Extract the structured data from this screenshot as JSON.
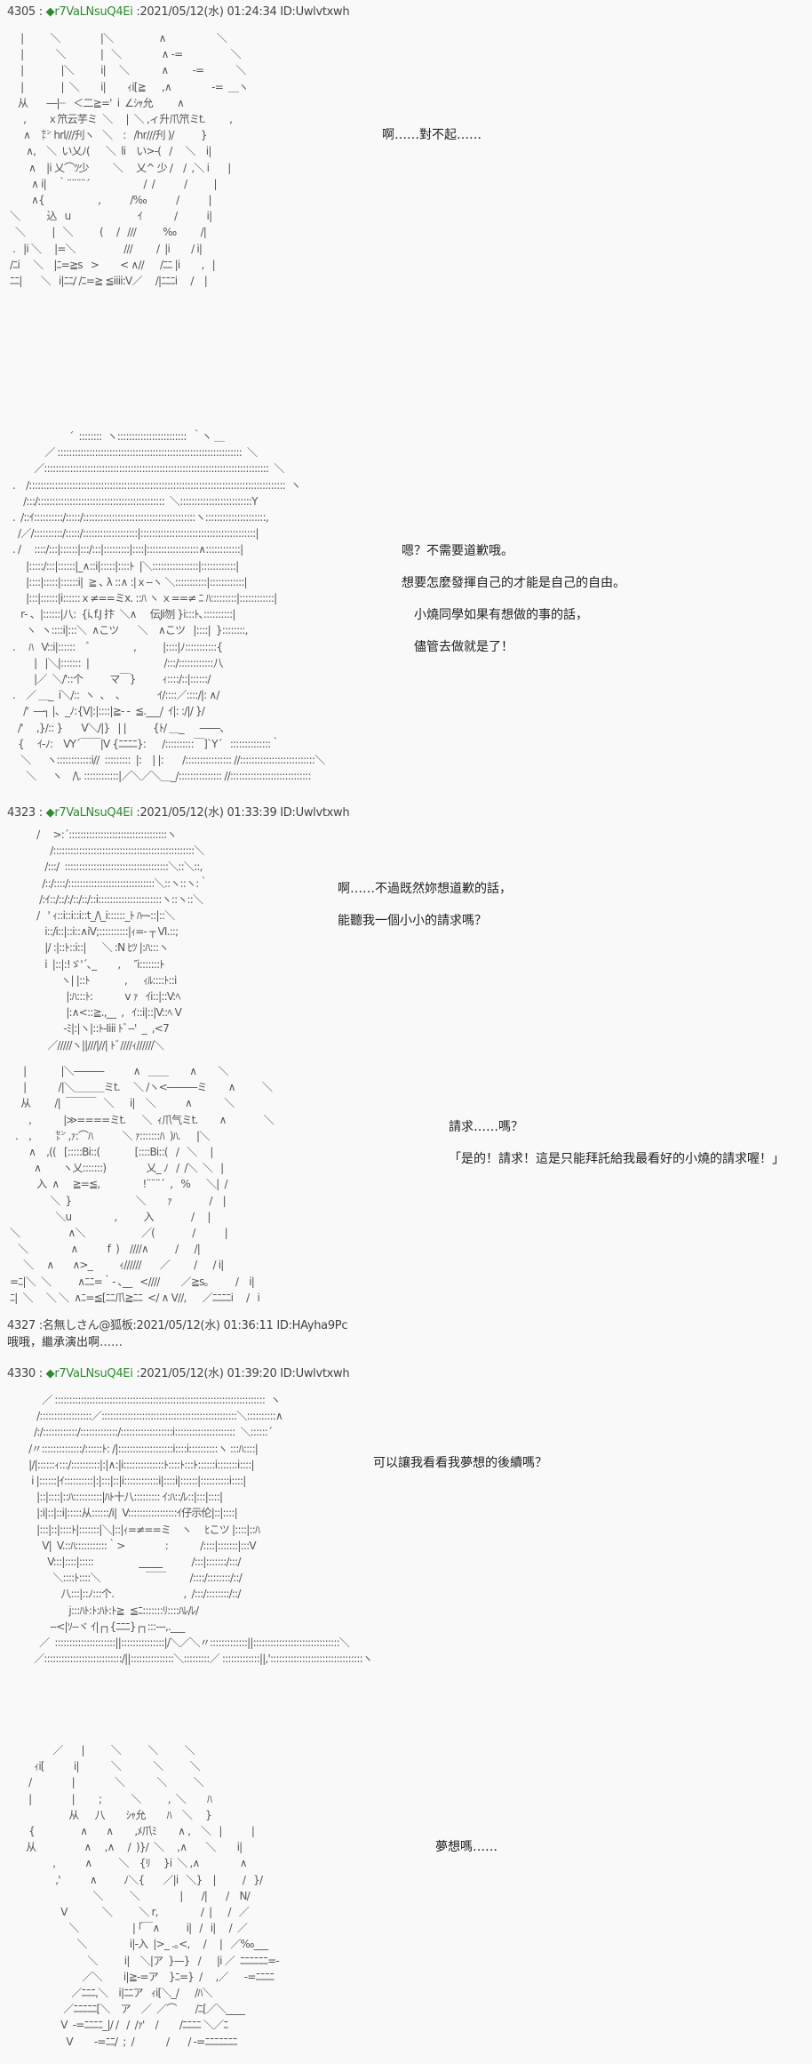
{
  "colors": {
    "background": "#f9f9f9",
    "tripcode": "#2e8b2e",
    "text": "#333333"
  },
  "posts": [
    {
      "number": "4305",
      "name_icon": "◆",
      "trip": "r7VaLNsuQ4Ei",
      "date": ":2021/05/12(水) 01:24:34 ID:Uwlvtxwh",
      "aa": [
        "     |          ＼               |＼                 ∧                   ＼",
        "     |            ＼             |   ＼               ∧ -=                  ＼",
        "     |              |＼          i|     ＼            ∧         -=            ＼",
        "     |              |  ＼        i|        ｨi[≧      ,∧               -=  ＿ヽ",
        "    从       ―|┈   ＜二≧='  i  ∠ｼｬ允         ∧",
        "      ,        ｘ笊云芋ミ  ＼     |  ＼ ,ィ升爪笊ミt.         ,",
        "      ∧    ㌣ hrl///刋ヽ   ＼    :   /hr///刋 )/          }",
        "       ∧,    ＼  い乂ﾉ(      ＼  li    い>-(   /     ＼    i|",
        "        ∧    |i 乂⌒ﾂ少         ＼     乂^ 少 /    /  ,＼ i       |",
        "         ∧ i|    ｀¨¨¨¨´                    /  /           /          |",
        "         ∧{                    ,           /‰           /           |",
        " ＼          込   u                         ｲ            /           i|",
        "   ＼          |   ＼          (     /   ///          ‰         /|",
        "  .   |i ＼     |=＼                  ///         /  |i        / i|",
        " /ﾆi     ＼    |ﾆ=≧s   >        < ∧//      /ﾆﾆ |i        ,   |",
        " ﾆﾆ|       ＼   i|ﾆﾆ/ /ﾆ=≧ ≦iiii:V／     /|ﾆﾆﾆi     /    |"
      ],
      "dialogue": [
        "啊……對不起……"
      ]
    },
    {
      "number": "",
      "aa_only": true,
      "aa": [
        "                       ´  ::::::::  ヽ::::::::::::::::::::::::  ｀ヽ ＿",
        "              ／ ::::::::::::::::::::::::::::::::::::::::::::::::::::::::::::::::  ＼",
        "          ／::::::::::::::::::::::::::::::::::::::::::::::::::::::::::::::::::::::::::::::  ＼",
        "  .    /:::::::::::::::::::::::::::::::::::::::::::::::::::::::::::::::::::::::::::::::::::::::::  ヽ",
        "      /:::/::::::::::::::::::::::::::::::::::::::::::::  ＼:::::::::::::::::::::::::Y",
        "  .  /::ｲ::::::::::/:::::/:::::::::::::::::::::::::::::::::::::::ヽ:::::::::::::::::::::,",
        "    /／/::::::::::/:::::/:::::::::::::::::::|::::::::::::::::::::::::::::::::::::::::|",
        "  . /     ::::/:::|::::::|:::/:::|:::::::::|::::|::::::::::::::::::∧::::::::::::|",
        "       |:::::/:::|::::::|_∧::i|:::::|::::ﾄ  |＼::::::::::::::::|::::::::::::|",
        "       |::::|:::::|::::::i|  ≧ ､ λ ::∧ :|ｘ-‐ヽ ＼:::::::::::|::::::::::::|",
        "       |:::|::::::|i::::::ｘ≠==ミx. ::ﾊ ヽ ｘ==≠ ﾆ ﾊ:::::::::|::::::::::::|",
        "     r‐ 、|::::::|八:  {i､f.J 抃  ＼∧     伝Ji刎 }i:::ﾄ､::::::::::|",
        "       ヽ  ヽ::::i|:::＼  ∧こツ       ＼    ∧こツ   |::::|  }::::::::,",
        "  .     ﾊ   V::i|::::::    ﾞ                ,          |::::|ﾉ:::::::::::{",
        "          |   |＼|:::::::  |                            /:::/::::::::::::八",
        "          |／  ＼/'::个          マ￣}          ｨ::::/::|::::::/",
        "  .    ／ ＿_  i＼/::  ヽ  、  、            ｲ/::::／::::/|: ∧/",
        "      /'  ―┐ |、_ﾉ:{V|:|::::|≧‐ ‐  ≦.___/  ｲ|: :/|/ }/",
        "    /'     ,}/:: }       V＼/|}   | |          {ﾄ/ ＿_      ――、",
        "    {     ｲ‐ﾉ:    VY´￣￣|V {ﾆﾆﾆﾆ}:      /::::::::::￣]`Y´   ::::::::::::::｀",
        "     ＼      ヽ::::::::::::i//  :::::::::  |:    | |:       /:::::::::::::::: //::::::::::::::::::::::::::＼",
        "       ＼      ヽ    /\\. ::::::::::::|／＼／＼＿_/::::::::::::::: //::::::::::::::::::::::::::::"
      ],
      "dialogue": [
        "嗯？不需要道歉哦。",
        "想要怎麼發揮自己的才能是自己的自由。",
        "　小燒同學如果有想做的事的話，",
        "　儘管去做就是了！"
      ]
    },
    {
      "number": "4323",
      "name_icon": "◆",
      "trip": "r7VaLNsuQ4Ei",
      "date": ":2021/05/12(水) 01:33:39 ID:Uwlvtxwh",
      "aa": [
        "           /     >:´::::::::::::::::::::::::::::::::::ヽ",
        "                /:::::::::::::::::::::::::::::::::::::::::::::::::＼",
        "              /:::/  ::::::::::::::::::::::::::::::::::::＼::＼::,",
        "             /::/::::/::::::::::::::::::::::::::::::＼::ヽ::ヽ:｀",
        "            /:ｲ::/::/:/::/::/::i::::::::::::::::::::::ヽ::ヽ::＼",
        "           /   ' ｨ::i::i::i::t_/\\_i::::::_ﾄ ﾊ─-::|::＼",
        "              i::/i::|::i::∧iV;::::::::::|ｨ=‐ ┬ VI.::;",
        "              |/ :|::ﾄ::i::|      ＼ :N ﾋﾂ |:ﾊ:::ヽ",
        "              i  |::|:!ゞ'´､_        ,     ″i:::::::ﾄ",
        "                    ヽ| |::ﾄ             ,      ｨﾙ::::ﾄ::i",
        "                      |:ﾊ:::ﾄ:            v ｧ   ｲi::|::V:ﾍ",
        "                      |:∧<::≧.,__  ,   ｲ::i|::|V::ﾍ V",
        "                     -ﾐ|:|ヽ|::ﾄ-Iiii ﾄﾞ‐‐'  _  ,<7",
        "               ／/////ヽ||///|//| ﾄﾞ////ｨ//////＼"
      ],
      "dialogue": [
        "啊……不過既然妳想道歉的話，",
        "能聽我一個小小的請求嗎？"
      ]
    },
    {
      "number": "",
      "aa_only": true,
      "aa": [
        "      |             |＼―――           ∧   ＿＿        ∧        ＼",
        "      |            /|＼＿＿＿ミt.     ＼ /ヽ<―――ミ        ∧          ＼",
        "     从         /|  ￣￣￣   ＼      i|    ＼           ∧            ＼",
        "        ,            |≫====ミt.      ＼  ｨ爪气ミt.        ∧              ＼",
        "   .    ,         ㌣ ,ｧ:⌒ﾊ           ＼ ｧ:::::::ﾊ  )ﾊ.      |＼",
        "        ∧    ,((   [:::::Bi::(             [::::Bi::(   /   ＼     |",
        "          ∧        ヽ乂:::::::)               乂_ ﾉ   /  /＼  ＼   |",
        "           入  ∧     ≧=≦,                !¨¨¨´  ,   %      ＼|  /",
        "                ＼  }                        ＼        ｧ              /    |",
        "                  ＼u                ,          入              /     |",
        " ＼                  ∧＼                     ／(              /           |",
        "    ＼                ∧           f  )    ////∧          /      /|",
        "      ＼     ∧       ∧>_          ｨ//////       ／         /      / i|",
        " =ﾆ|＼  ＼          ∧ﾆﾆ=｀‐ ､__   <////        ／≧s｡          /    i|",
        " ﾆ|  ＼     ＼ ＼  ∧ﾆ=≦[ﾆﾆ爪≧ﾆﾆ  </ ∧ V//,      ／ﾆﾆﾆﾆi     /   i"
      ],
      "dialogue": [
        "請求……嗎？",
        "「是的！請求！這是只能拜託給我最看好的小燒的請求喔！」"
      ]
    },
    {
      "number": "4327",
      "name": "名無しさん@狐板",
      "date": ":2021/05/12(水) 01:36:11 ID:HAyha9Pc",
      "reply": "哦哦，繼承演出啊……"
    },
    {
      "number": "4330",
      "name_icon": "◆",
      "trip": "r7VaLNsuQ4Ei",
      "date": ":2021/05/12(水) 01:39:20 ID:Uwlvtxwh",
      "aa": [
        "             ／ :::::::::::::::::::::::::::::::::::::::::::::::::::::::::::::::::::::::::  ヽ",
        "           /::::::::::::::::::／:::::::::::::::::::::::::::::::::::::::::::::::＼::::::::::∧",
        "          /:/::::::::::::/:::::::::::::/::::::::::::::::::i:::::::::::::::::::::  ＼::::::´",
        "        /〃::::::::::::::/::::::ﾄ: /|:::::::::::::::::::i::::i::::::::::ヽ :::ﾊ::::|",
        "        |/|::::::ｨ:::/::::::::::|:|∧:|i::::::::::::::ﾄ::::ﾄ:::ﾄ::::::i:::::::i::::|",
        "         i |::::::|ｲ::::::::::|:|:::|::|i::::::::::::i|::::i|::::::|::::::::::i::::|",
        "           |::|::::|::ﾊ::::::::::|ﾊﾄ十八::::::::: ｲ:ﾊ::/ﾚ::|:::|::::|",
        "           |:i|::|::i|:::::从::::::/i|  V:::::::::::::::::ｲ仔示伦|::|::::|",
        "           |:::|::|::::ﾄ|:::::::|＼|::|ｨ=≠==ミ    ヽ     ﾋこツ |::::|::ﾊ",
        "             V|  V.::ﾊ:::::::::::｀>               :            /::::|:::::::|:::V",
        "               V:::|::::|:::::                 _____           /:::|:::::::/:::/",
        "                 ＼::::ﾄ::::＼                 ￣￣         /::::/::::::::/::/",
        "                    八:::|::ﾉ:::个.                          ,  /:::/::::::::/::/",
        "                       j:::ﾊﾄ:ﾄ:ﾊﾄ:ﾄ≧  ≦ﾆ:::::::ﾘ::::ﾊﾚ/ﾚ/",
        "                ‐‐<|ｿ‐‐ヾ ｲ|┌┐{ﾆﾆﾆ}┌┐:::‐‐-,.___",
        "            ／  :::::::::::::::::::::||:::::::::::::::|/＼／＼〃:::::::::::::||::::::::::::::::::::::::::::::＼",
        "          ／:::::::::::::::::::::::::::/||:::::::::::::::＼:::::::::／ :::::::::::::||,'::::::::::::::::::::::::::::::::ヽ"
      ],
      "dialogue": [
        "可以讓我看看我夢想的後續嗎？"
      ]
    },
    {
      "number": "",
      "aa_only": true,
      "aa": [
        "                 ／       |          ＼          ＼          ＼",
        "          ｨi[           i|            ＼            ＼          ＼",
        "        /               |               ＼            ＼          ＼",
        "        |               |         ;           ＼          ,  ＼        ﾊ",
        "                       从      八        ｼｬ允        ﾊ    ＼     }",
        "        {                 ∧       ∧        ,ﾒ爪ﾐ        ∧ ,    ＼   |           |",
        "       从                  ∧     ,∧     /  )}/  ＼     ,∧       ＼        i|",
        "                 ,           ∧          ＼    {ﾘ     }i  ＼ ,∧               ∧",
        "                  ,'           ∧          ﾉ＼{       ／|i   ＼}    |          /   }/",
        "                                ＼          ＼               |       /|       /    N/",
        "                    V             ＼          ＼ r,                /  |      /   ／",
        "                       ＼                    | ｢￣∧          i|   /   i|     /  ／",
        "                          ＼                i|-入  |>_ .｡<,     /     |   ／‰___",
        "                              ＼          i|    ＼|ア  }---}   /      |i ／  ﾆﾆﾆﾆﾆﾆ=-",
        "                            ／＼        i|≧‐=ア    }ﾆ=}  /     ,／      -=ﾆﾆﾆﾆ",
        "                        ／ﾆﾆﾆ,＼    i|ﾆﾆア   ｨi[＼_/      /ﾊ＼",
        "                     ／ﾆﾆﾆﾆﾆ[＼    ア    ／  ／⌒       /ﾆ[／＼____",
        "                    V  -=ﾆﾆﾆﾆ_|/ /   /  /ｧ'    /        /ﾆﾆﾆﾆ ＼／ﾆ",
        "                      V        -=ﾆﾆ/  ;  /            /       / -=ﾆﾆﾆﾆﾆﾆﾆ"
      ],
      "dialogue": [
        "夢想嗎……"
      ]
    }
  ]
}
